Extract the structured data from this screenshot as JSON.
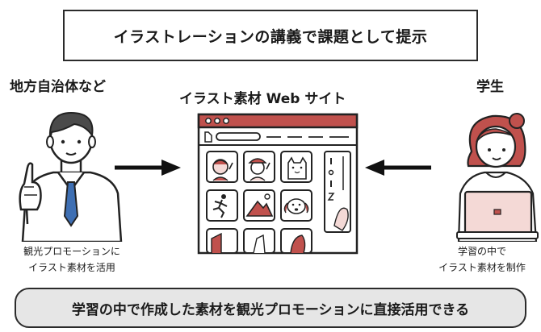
{
  "title": "イラストレーションの講義で課題として提示",
  "left": {
    "heading": "地方自治体など",
    "caption_line1": "観光プロモーションに",
    "caption_line2": "イラスト素材を活用"
  },
  "center": {
    "heading": "イラスト素材 Web サイト"
  },
  "right": {
    "heading": "学生",
    "caption_line1": "学習の中で",
    "caption_line2": "イラスト素材を制作"
  },
  "bottom": "学習の中で作成した素材を観光プロモーションに直接活用できる",
  "colors": {
    "accent": "#c0514d",
    "accent_light": "#f4d9d6",
    "tie": "#3e6fb3",
    "dark": "#222222",
    "banner_bg": "#e6e6e6"
  },
  "icons": {
    "left_person": "businessman-pointing-icon",
    "right_person": "student-with-laptop-icon",
    "site": "browser-window-icon",
    "arrows": [
      "arrow-right-icon",
      "arrow-left-icon"
    ]
  }
}
